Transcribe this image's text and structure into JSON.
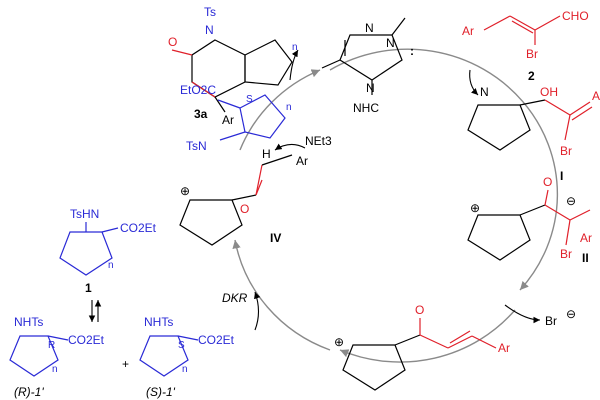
{
  "labels": {
    "product": "3a",
    "nhc": "NHC",
    "aldehyde": "2",
    "int_I": "I",
    "int_II": "II",
    "int_IV": "IV",
    "enamine": "1",
    "r_enamine": "(R)-1'",
    "s_enamine": "(S)-1'",
    "dkr": "DKR",
    "bromide": "Br",
    "base": "NEt3"
  },
  "atoms": {
    "ts": "Ts",
    "tsn": "TsN",
    "tshn": "TsHN",
    "nhts": "NHTs",
    "n": "N",
    "o": "O",
    "oh": "OH",
    "ar": "Ar",
    "br": "Br",
    "cho": "CHO",
    "co2et": "CO2Et",
    "eto2c": "EtO2C",
    "h": "H",
    "n_sub": "n",
    "s_desc": "S",
    "r_desc": "R",
    "plus": "⊕",
    "minus": "⊖",
    "plus_sign": "+"
  },
  "colors": {
    "blue": "#2a2ad6",
    "red": "#e0202a",
    "cycle": "#8a8a8a",
    "black": "#000000"
  }
}
